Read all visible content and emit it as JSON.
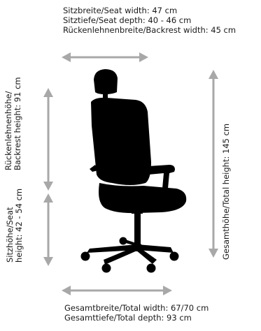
{
  "top": {
    "seat_width": "Sitzbreite/Seat width: 47 cm",
    "seat_depth": "Sitztiefe/Seat depth: 40 - 46 cm",
    "backrest_width": "Rückenlehnenbreite/Backrest width: 45 cm"
  },
  "left": {
    "backrest_height_line1": "Rückenlehnenhöhe/",
    "backrest_height_line2": "Backrest height: 91 cm",
    "seat_height_line1": "Sitzhöhe/Seat",
    "seat_height_line2": "height: 42 - 54 cm"
  },
  "right": {
    "total_height": "Gesamthöhe/Total height: 145 cm"
  },
  "bottom": {
    "total_width": "Gesamtbreite/Total width: 67/70 cm",
    "total_depth": "Gesamttiefe/Total depth: 93 cm"
  },
  "colors": {
    "arrow": "#a8a8a8",
    "chair": "#000000",
    "text": "#1a1a1a"
  },
  "icons": [
    "office-chair-silhouette",
    "double-arrow-horizontal",
    "double-arrow-vertical"
  ]
}
